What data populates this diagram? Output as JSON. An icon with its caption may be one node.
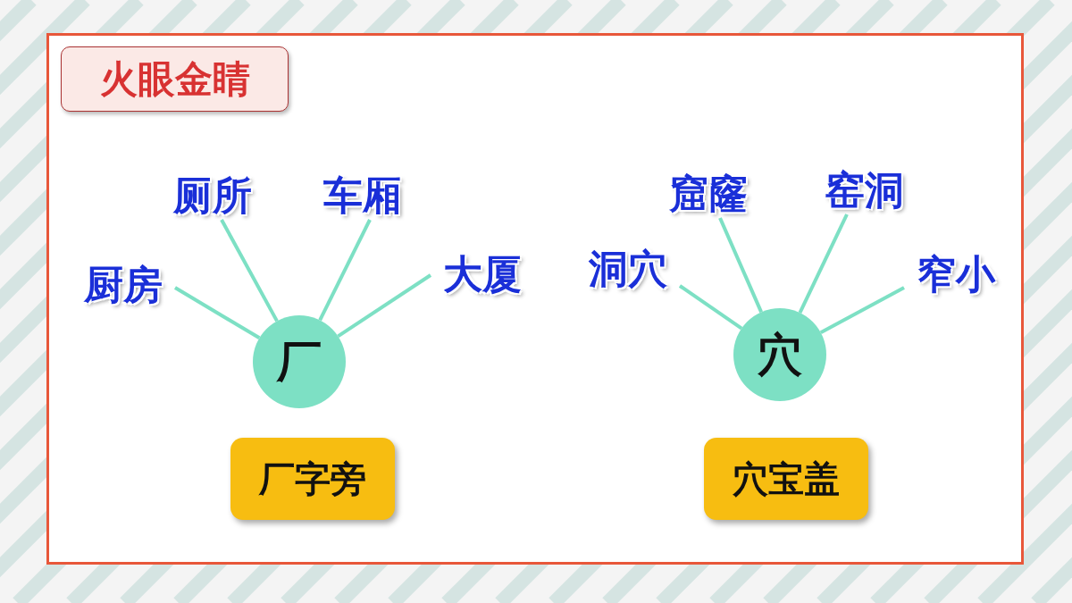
{
  "diagram": {
    "nodes": [
      {
        "text": [
          "火眼金睛"
        ]
      },
      {
        "text": [
          "厕所"
        ]
      },
      {
        "text": [
          "车厢"
        ]
      },
      {
        "text": [
          "窟窿"
        ]
      },
      {
        "text": [
          "窑洞"
        ]
      },
      {
        "text": [
          "厨房"
        ]
      },
      {
        "text": [
          "大厦"
        ]
      },
      {
        "text": [
          "洞穴"
        ]
      },
      {
        "text": [
          "窄小"
        ]
      },
      {
        "text": [
          "厂"
        ]
      },
      {
        "text": [
          "穴"
        ]
      },
      {
        "text": [
          "厂字旁"
        ]
      },
      {
        "text": [
          "穴宝盖"
        ]
      }
    ],
    "edges": [
      {
        "from": 9,
        "to": 5,
        "arrow": "none"
      },
      {
        "from": 9,
        "to": 1,
        "arrow": "none"
      },
      {
        "from": 9,
        "to": 2,
        "arrow": "none"
      },
      {
        "from": 9,
        "to": 6,
        "arrow": "none"
      },
      {
        "from": 10,
        "to": 7,
        "arrow": "none"
      },
      {
        "from": 10,
        "to": 3,
        "arrow": "none"
      },
      {
        "from": 10,
        "to": 4,
        "arrow": "none"
      },
      {
        "from": 10,
        "to": 8,
        "arrow": "none"
      }
    ]
  }
}
